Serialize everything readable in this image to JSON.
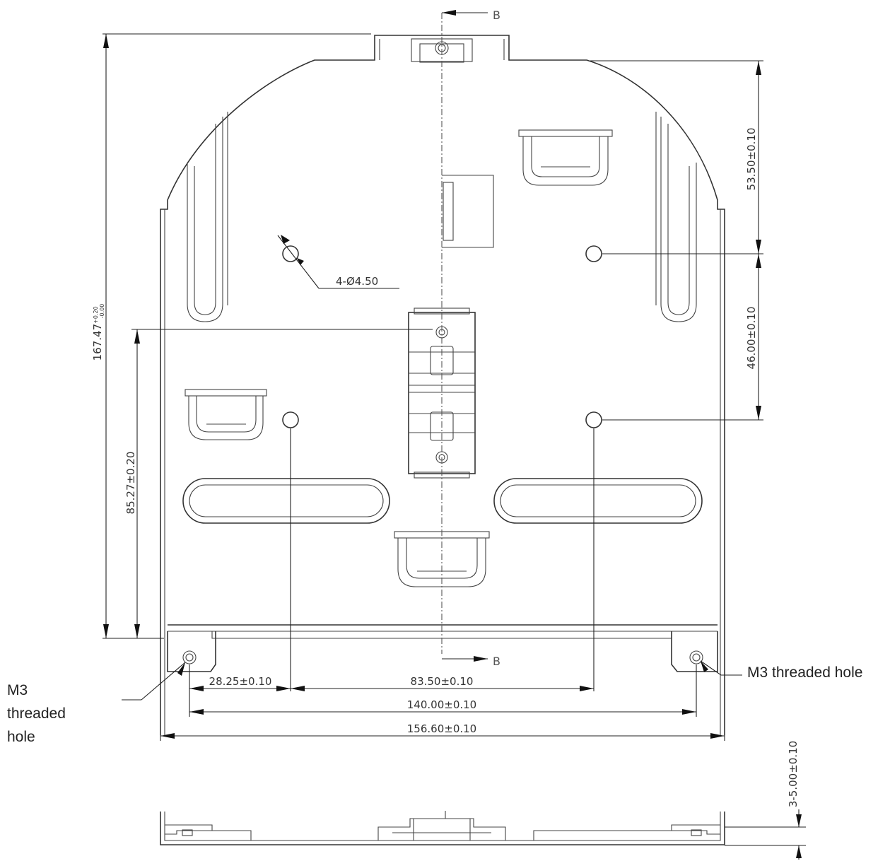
{
  "section_marker": {
    "label": "B"
  },
  "dimensions": {
    "total_height": "167.47",
    "total_height_tol_upper": "+0.20",
    "total_height_tol_lower": "-0.00",
    "height_lower": "85.27±0.20",
    "vert_upper": "53.50±0.10",
    "vert_middle": "46.00±0.10",
    "hole_callout": "4-Ø4.50",
    "left_offset": "28.25±0.10",
    "hole_spacing": "83.50±0.10",
    "thread_spacing": "140.00±0.10",
    "total_width": "156.60±0.10",
    "thickness": "3-5.00±0.10"
  },
  "notes": {
    "m3_right": "M3 threaded hole",
    "m3_left": [
      "M3",
      "threaded",
      "hole"
    ]
  }
}
